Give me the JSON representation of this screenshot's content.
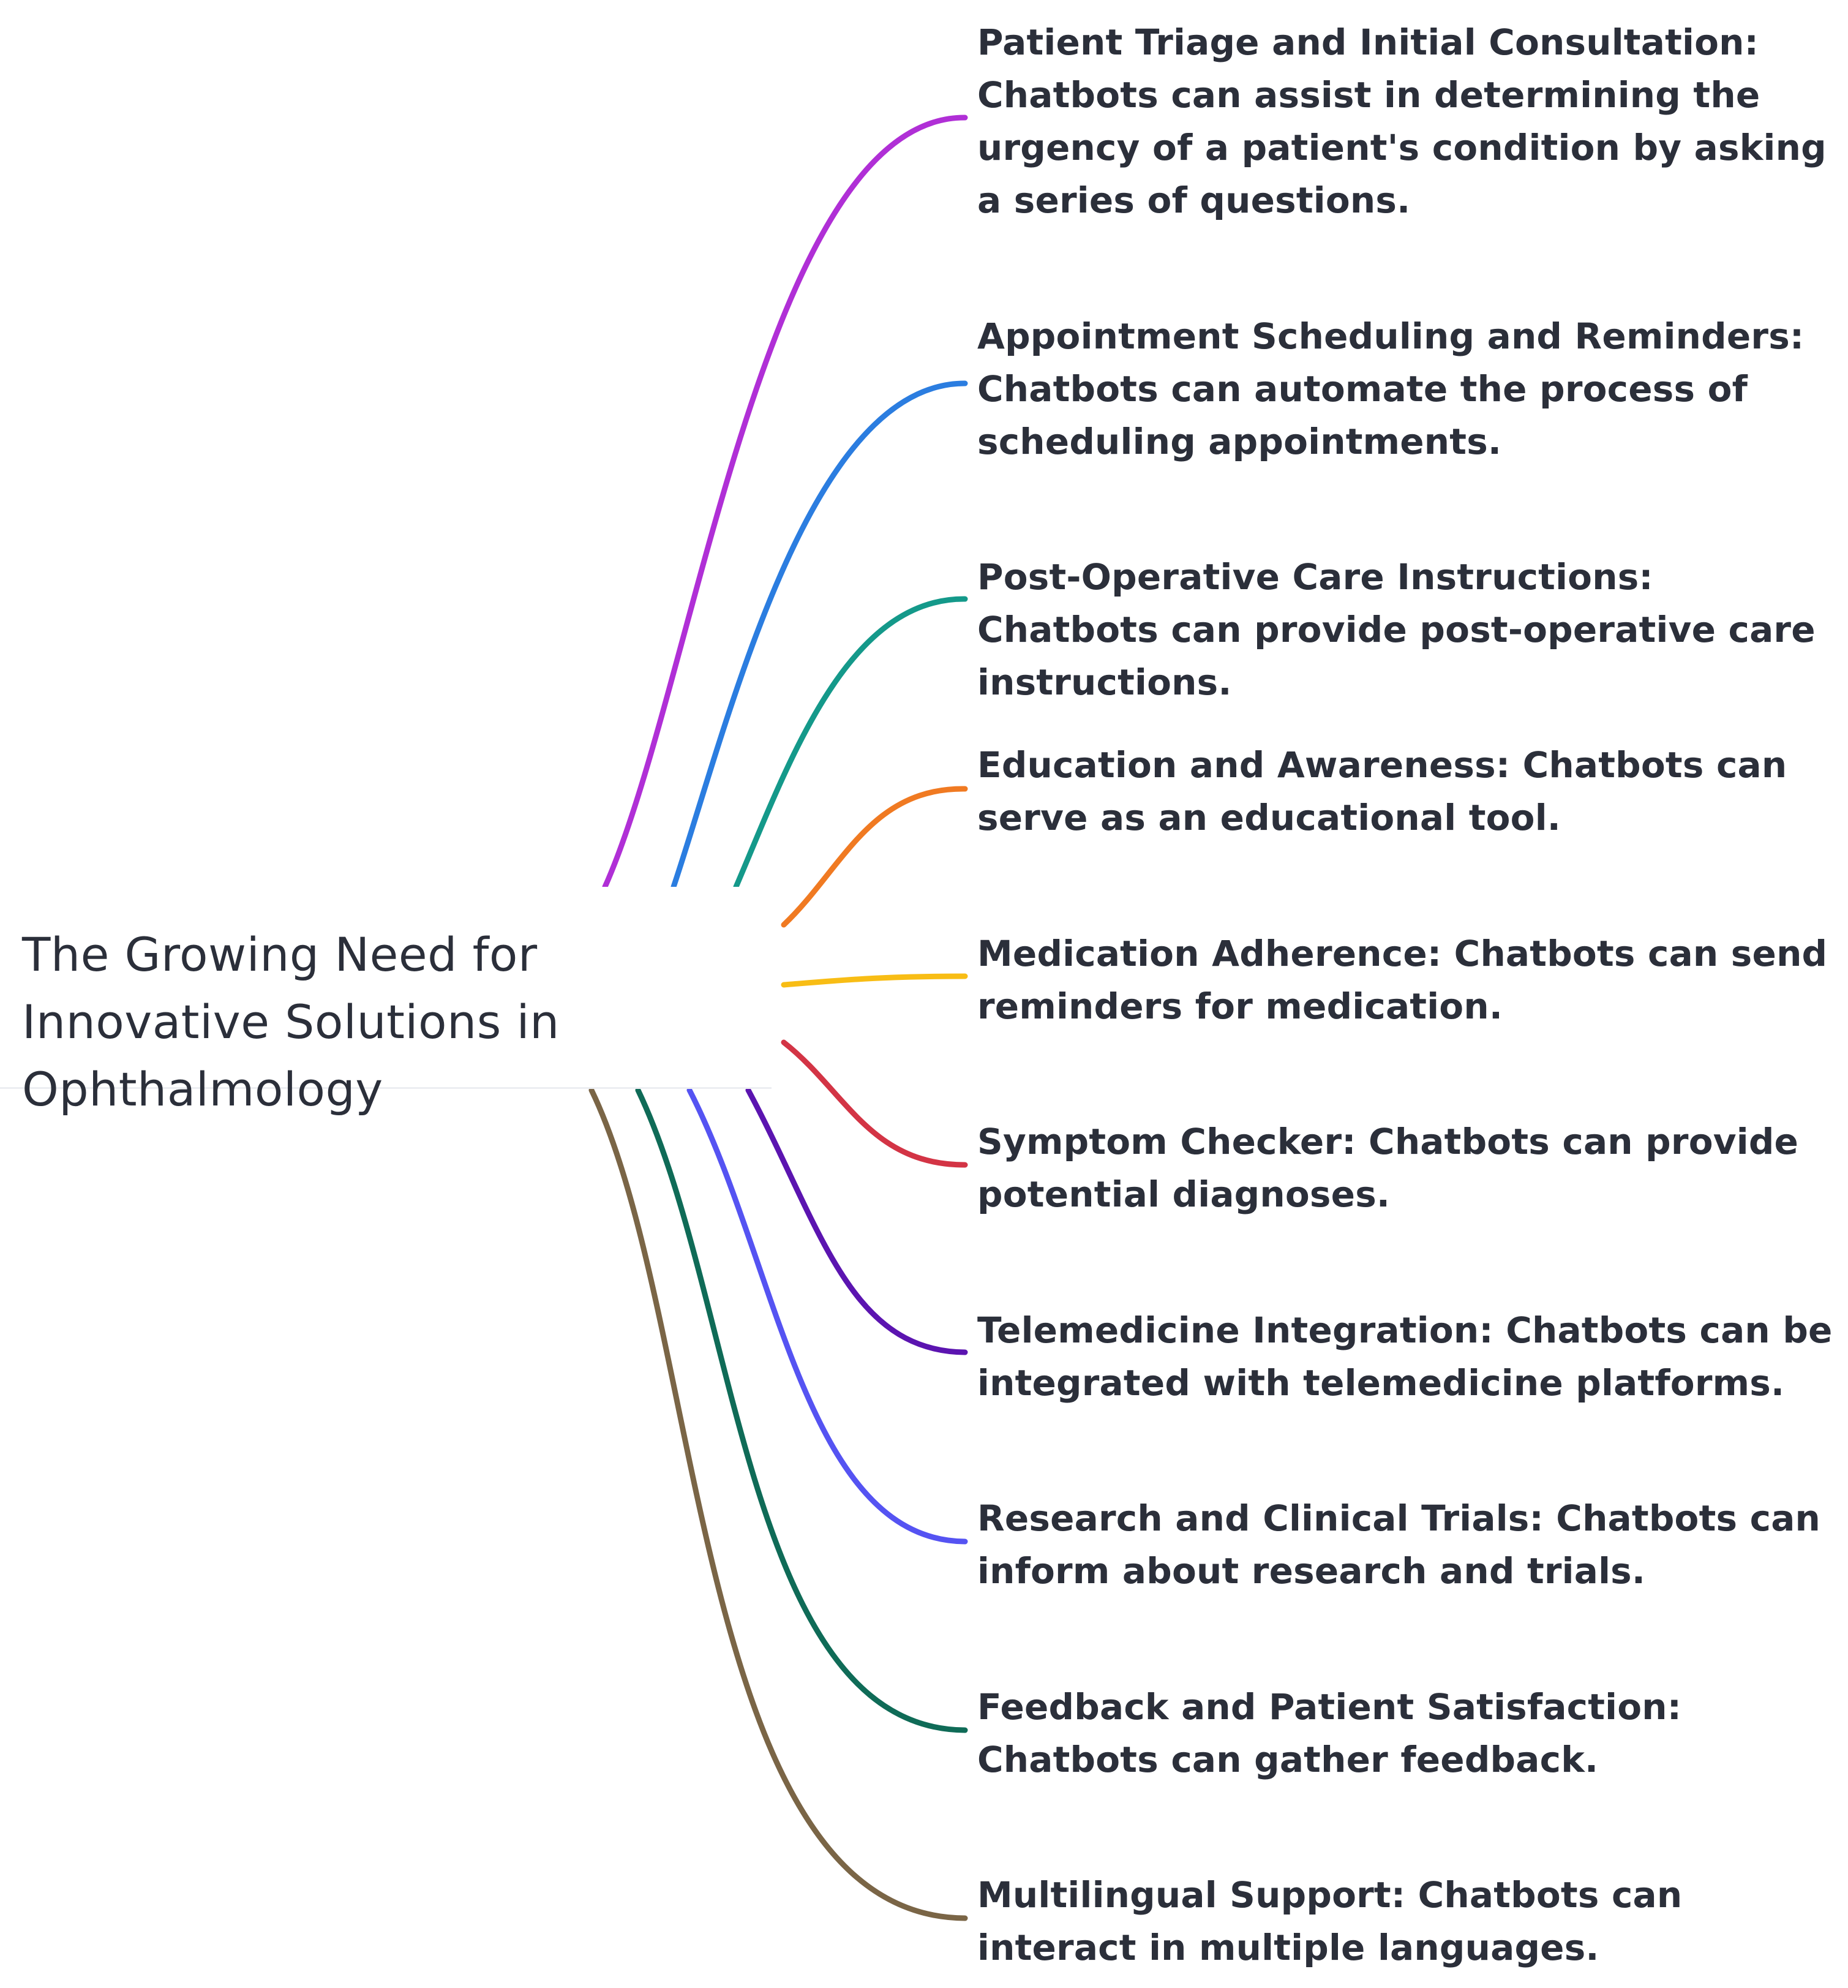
{
  "root": {
    "title": "The Growing Need for Innovative Solutions in Ophthalmology"
  },
  "branches": [
    {
      "text": "Patient Triage and Initial Consultation: Chatbots can assist in determining the urgency of a patient's condition by asking a series of questions.",
      "color": "#b02fd6"
    },
    {
      "text": "Appointment Scheduling and Reminders: Chatbots can automate the process of scheduling appointments.",
      "color": "#2b7de0"
    },
    {
      "text": "Post-Operative Care Instructions: Chatbots can provide post-operative care instructions.",
      "color": "#14998a"
    },
    {
      "text": "Education and Awareness: Chatbots can serve as an educational tool.",
      "color": "#f07a22"
    },
    {
      "text": "Medication Adherence: Chatbots can send reminders for medication.",
      "color": "#f8bd15"
    },
    {
      "text": "Symptom Checker: Chatbots can provide potential diagnoses.",
      "color": "#d33445"
    },
    {
      "text": "Telemedicine Integration: Chatbots can be integrated with telemedicine platforms.",
      "color": "#5b14b0"
    },
    {
      "text": "Research and Clinical Trials: Chatbots can inform about research and trials.",
      "color": "#5553f2"
    },
    {
      "text": "Feedback and Patient Satisfaction: Chatbots can gather feedback.",
      "color": "#0f6b57"
    },
    {
      "text": "Multilingual Support: Chatbots can interact in multiple languages.",
      "color": "#7a6546"
    }
  ]
}
